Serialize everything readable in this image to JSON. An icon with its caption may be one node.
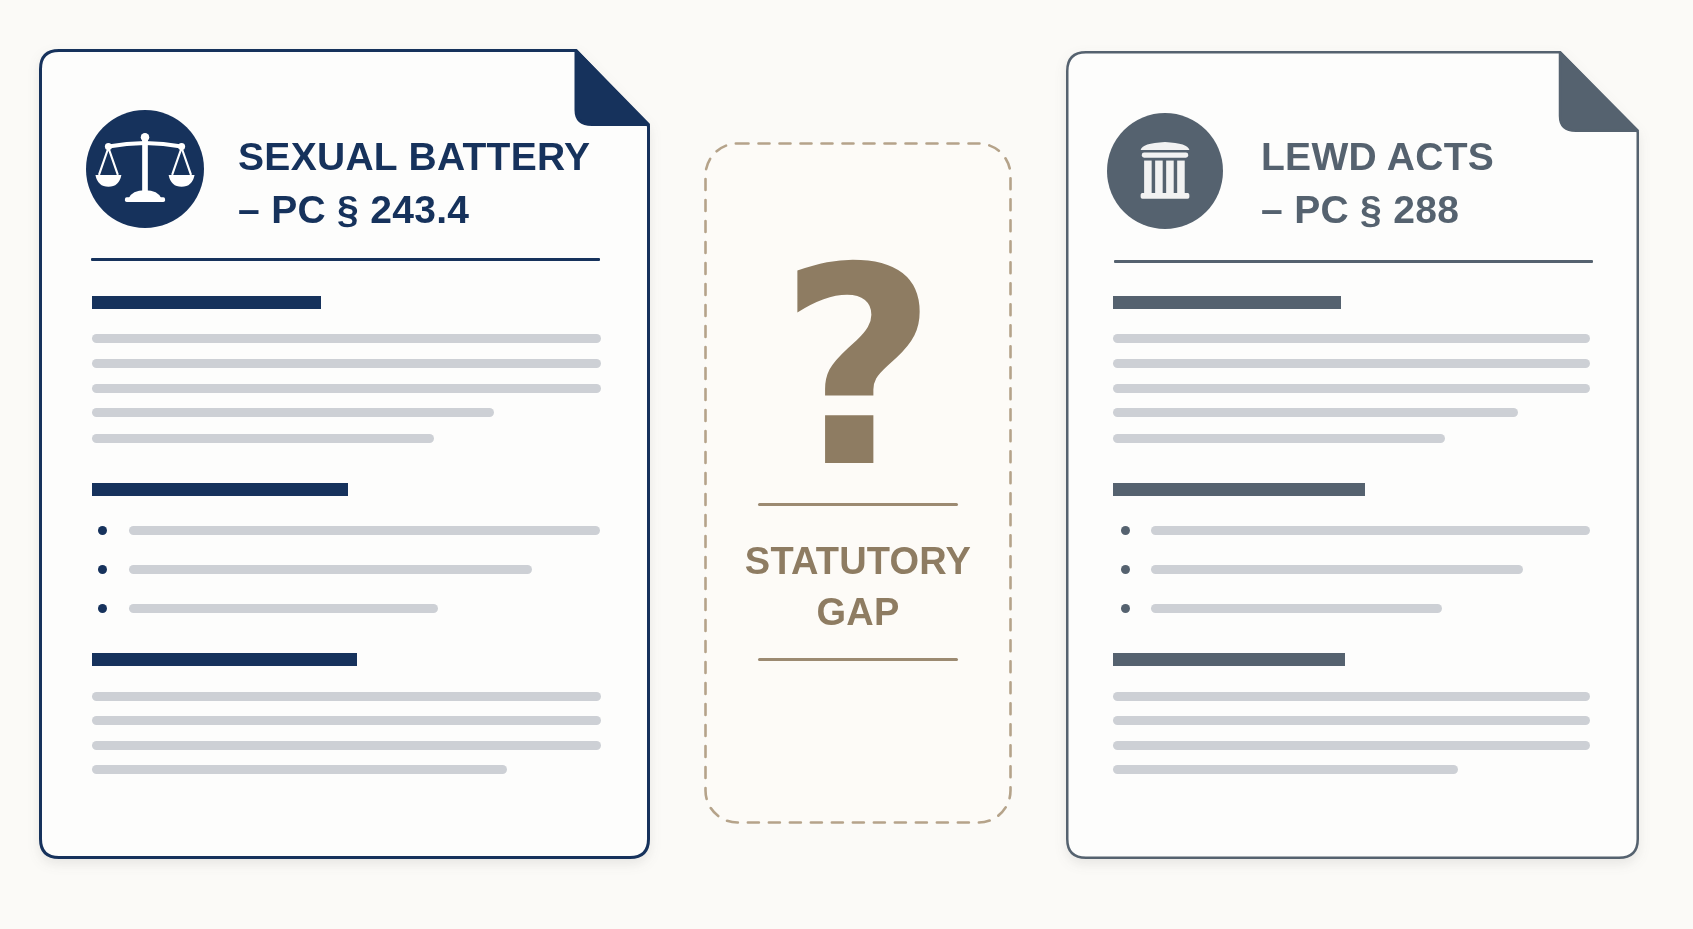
{
  "diagram": {
    "nodes": [
      {
        "text": [
          "SEXUAL BATTERY – PC § 243.4"
        ]
      },
      {
        "text": [
          "?",
          "STATUTORY GAP"
        ]
      },
      {
        "text": [
          "LEWD ACTS – PC § 288"
        ]
      }
    ]
  }
}
